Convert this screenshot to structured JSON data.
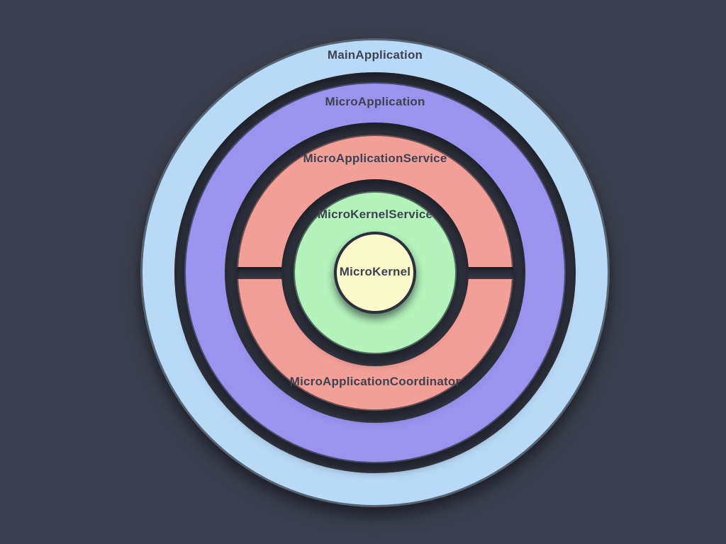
{
  "diagram": {
    "type": "concentric-rings-architecture",
    "background_color": "#3c404e",
    "gap_color": "#31343f",
    "label_color": "#3d4150",
    "rings": [
      {
        "id": "main-application",
        "label": "MainApplication",
        "color": "#b9daf7",
        "level": 1,
        "segment": "full"
      },
      {
        "id": "micro-application",
        "label": "MicroApplication",
        "color": "#9b94ef",
        "level": 2,
        "segment": "full"
      },
      {
        "id": "micro-application-service",
        "label": "MicroApplicationService",
        "color": "#f29f98",
        "level": 3,
        "segment": "top-half"
      },
      {
        "id": "micro-application-coordinator",
        "label": "MicroApplicationCoordinator",
        "color": "#f29f98",
        "level": 3,
        "segment": "bottom-half"
      },
      {
        "id": "micro-kernel-service",
        "label": "MicroKernelService",
        "color": "#b4f4bc",
        "level": 4,
        "segment": "full"
      },
      {
        "id": "micro-kernel",
        "label": "MicroKernel",
        "color": "#fbfacb",
        "level": 5,
        "segment": "center-circle"
      }
    ]
  }
}
